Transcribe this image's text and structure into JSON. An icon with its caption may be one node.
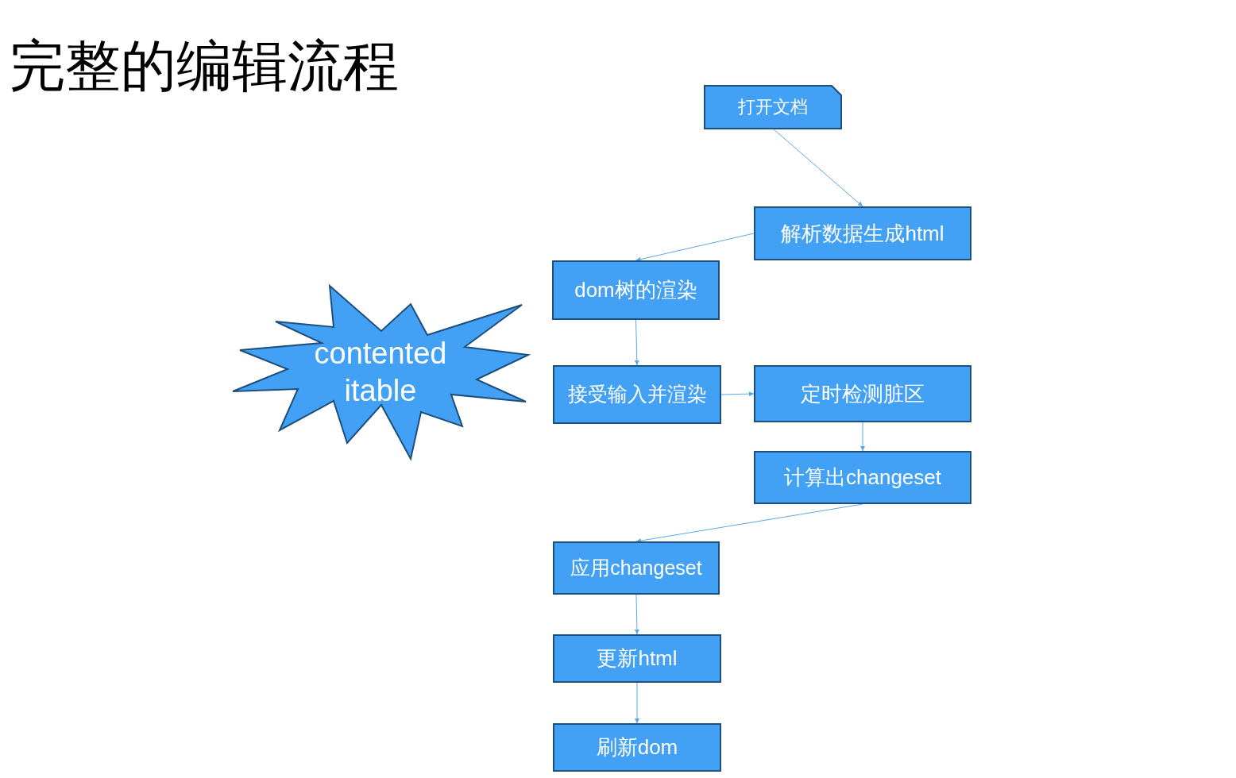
{
  "diagram": {
    "title": "完整的编辑流程",
    "nodes": [
      {
        "text": [
          "打开文档"
        ]
      },
      {
        "text": [
          "解析数据生成html"
        ]
      },
      {
        "text": [
          "dom树的渲染"
        ]
      },
      {
        "text": [
          "contented itable"
        ]
      },
      {
        "text": [
          "接受输入并渲染"
        ]
      },
      {
        "text": [
          "定时检测脏区"
        ]
      },
      {
        "text": [
          "计算出changeset"
        ]
      },
      {
        "text": [
          "应用changeset"
        ]
      },
      {
        "text": [
          "更新html"
        ]
      },
      {
        "text": [
          "刷新dom"
        ]
      }
    ],
    "edges": [
      {
        "from": 0,
        "to": 1,
        "arrow": "to"
      },
      {
        "from": 1,
        "to": 2,
        "arrow": "to"
      },
      {
        "from": 2,
        "to": 4,
        "arrow": "to"
      },
      {
        "from": 4,
        "to": 5,
        "arrow": "to"
      },
      {
        "from": 5,
        "to": 6,
        "arrow": "to"
      },
      {
        "from": 6,
        "to": 7,
        "arrow": "to"
      },
      {
        "from": 7,
        "to": 8,
        "arrow": "to"
      },
      {
        "from": 8,
        "to": 9,
        "arrow": "to"
      }
    ]
  }
}
